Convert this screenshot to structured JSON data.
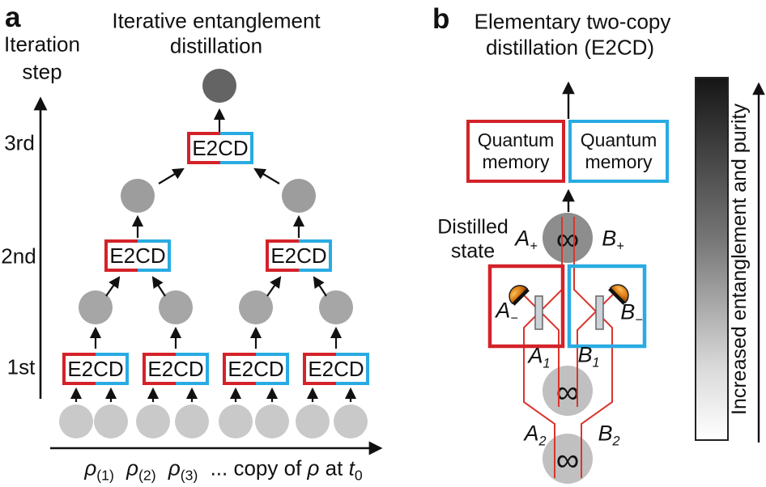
{
  "panel_a": {
    "corner_label": "a",
    "title_line1": "Iterative entanglement",
    "title_line2": "distillation",
    "y_axis": {
      "label_line1": "Iteration",
      "label_line2": "step",
      "ticks": [
        "3rd",
        "2nd",
        "1st"
      ]
    },
    "e2cd_label": "E2CD",
    "x_axis_label": {
      "rho_terms": [
        {
          "base": "ρ",
          "sub": "(1)"
        },
        {
          "base": "ρ",
          "sub": "(2)"
        },
        {
          "base": "ρ",
          "sub": "(3)"
        }
      ],
      "ellipsis": "...",
      "copy_of": "copy of",
      "rho": "ρ",
      "at": "at",
      "time": {
        "base": "t",
        "sub": "0"
      }
    }
  },
  "panel_b": {
    "corner_label": "b",
    "title_line1": "Elementary two-copy",
    "title_line2": "distillation (E2CD)",
    "memory_line1": "Quantum",
    "memory_line2": "memory",
    "distilled_line1": "Distilled",
    "distilled_line2": "state",
    "labels": {
      "a_plus": {
        "base": "A",
        "sub": "+"
      },
      "b_plus": {
        "base": "B",
        "sub": "+"
      },
      "a_minus": {
        "base": "A",
        "sub": "−"
      },
      "b_minus": {
        "base": "B",
        "sub": "−"
      },
      "a1": {
        "base": "A",
        "sub": "1"
      },
      "b1": {
        "base": "B",
        "sub": "1"
      },
      "a2": {
        "base": "A",
        "sub": "2"
      },
      "b2": {
        "base": "B",
        "sub": "2"
      }
    },
    "entangled_pair_symbol": "∞"
  },
  "colorbar": {
    "label": "Increased entanglement and purity"
  },
  "colors": {
    "red": "#d42229",
    "blue": "#29abe2",
    "line_red": "#d9352e",
    "circle_dark": "#646464",
    "circle_mid": "#9d9d9d",
    "circle_mid2": "#a6a6a6",
    "circle_light": "#c9c9c9",
    "circle_distilled": "#8d8d8d",
    "circle_pair": "#c0c0c0",
    "bs_fill": "#ccd2d8",
    "bar_top": "#161616",
    "bar_bottom": "#ffffff"
  }
}
